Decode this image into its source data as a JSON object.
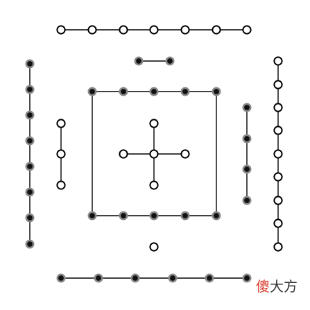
{
  "figure": {
    "title": "",
    "groups": [
      {
        "id": "top-row-hollow",
        "fill": "hollow",
        "count": 7,
        "connected": true
      },
      {
        "id": "upper-pair-filled",
        "fill": "filled",
        "count": 2,
        "connected": true
      },
      {
        "id": "left-column-filled",
        "fill": "filled",
        "count": 8,
        "connected": true
      },
      {
        "id": "right-column-hollow",
        "fill": "hollow",
        "count": 9,
        "connected": true
      },
      {
        "id": "inner-left-column-hollow",
        "fill": "hollow",
        "count": 3,
        "connected": true
      },
      {
        "id": "inner-right-column-filled",
        "fill": "filled",
        "count": 4,
        "connected": true
      },
      {
        "id": "square-top-filled",
        "fill": "filled",
        "count": 5,
        "connected": true
      },
      {
        "id": "square-bottom-filled",
        "fill": "filled",
        "count": 5,
        "connected": true
      },
      {
        "id": "center-cross-hollow",
        "fill": "hollow",
        "count": 5,
        "connected": true
      },
      {
        "id": "single-hollow",
        "fill": "hollow",
        "count": 1,
        "connected": false
      },
      {
        "id": "bottom-row-filled",
        "fill": "filled",
        "count": 6,
        "connected": true
      }
    ],
    "colors": {
      "line": "#000000",
      "hollow_fill": "#ffffff",
      "filled_core": "#111111",
      "filled_ring": "#888888"
    }
  },
  "watermark": {
    "char1": "傻",
    "char2": "大方"
  }
}
